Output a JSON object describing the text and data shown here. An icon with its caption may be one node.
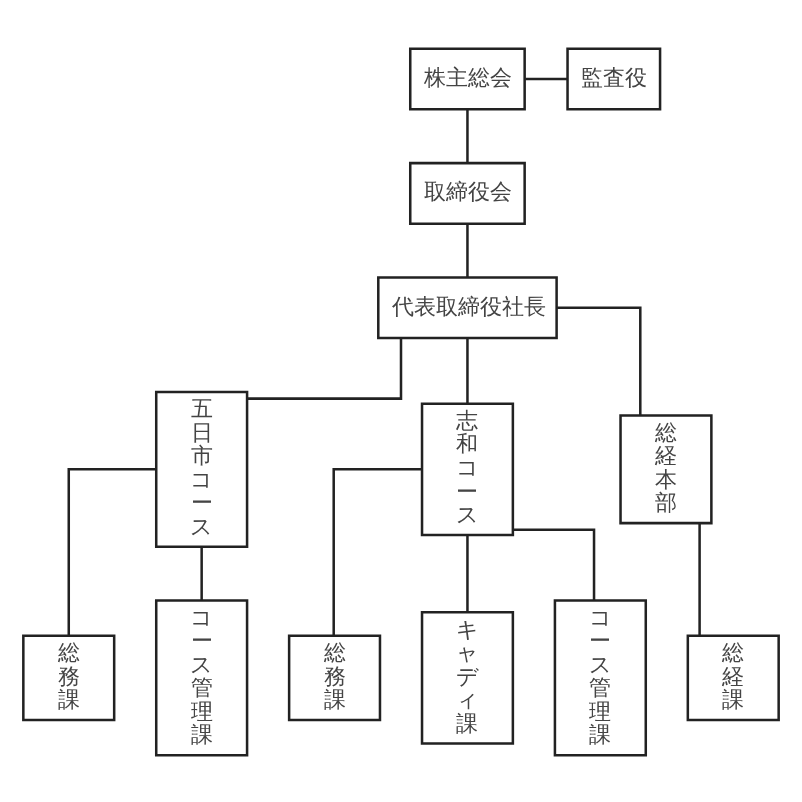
{
  "diagram": {
    "nodes": [
      {
        "text": [
          "株主総会"
        ]
      },
      {
        "text": [
          "監査役"
        ]
      },
      {
        "text": [
          "取締役会"
        ]
      },
      {
        "text": [
          "代表取締役社長"
        ]
      },
      {
        "text": [
          "五日市コース"
        ]
      },
      {
        "text": [
          "志和コース"
        ]
      },
      {
        "text": [
          "総経本部"
        ]
      },
      {
        "text": [
          "総務課"
        ]
      },
      {
        "text": [
          "コース管理課"
        ]
      },
      {
        "text": [
          "総務課"
        ]
      },
      {
        "text": [
          "キャディ課"
        ]
      },
      {
        "text": [
          "コース管理課"
        ]
      },
      {
        "text": [
          "総経課"
        ]
      }
    ],
    "edges": [
      {
        "from": 0,
        "to": 1,
        "arrow": "none"
      },
      {
        "from": 0,
        "to": 2,
        "arrow": "none"
      },
      {
        "from": 2,
        "to": 3,
        "arrow": "none"
      },
      {
        "from": 3,
        "to": 4,
        "arrow": "none"
      },
      {
        "from": 3,
        "to": 5,
        "arrow": "none"
      },
      {
        "from": 3,
        "to": 6,
        "arrow": "none"
      },
      {
        "from": 4,
        "to": 7,
        "arrow": "none"
      },
      {
        "from": 4,
        "to": 8,
        "arrow": "none"
      },
      {
        "from": 5,
        "to": 9,
        "arrow": "none"
      },
      {
        "from": 5,
        "to": 10,
        "arrow": "none"
      },
      {
        "from": 5,
        "to": 11,
        "arrow": "none"
      },
      {
        "from": 6,
        "to": 12,
        "arrow": "none"
      }
    ]
  }
}
